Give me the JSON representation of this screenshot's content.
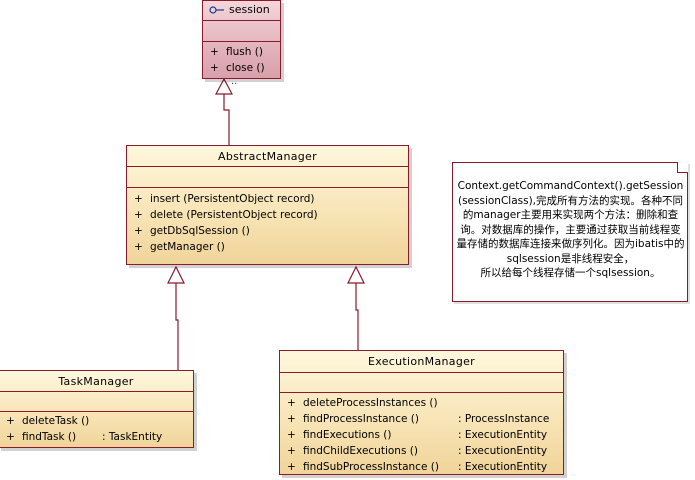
{
  "diagram": {
    "session": {
      "name": "session",
      "ops": [
        {
          "vis": "+",
          "name": "flush ()"
        },
        {
          "vis": "+",
          "name": "close ()"
        }
      ],
      "dots": ".."
    },
    "abstract_manager": {
      "name": "AbstractManager",
      "ops": [
        {
          "vis": "+",
          "name": "insert (PersistentObject record)"
        },
        {
          "vis": "+",
          "name": "delete (PersistentObject record)"
        },
        {
          "vis": "+",
          "name": "getDbSqlSession ()"
        },
        {
          "vis": "+",
          "name": "getManager ()"
        }
      ]
    },
    "task_manager": {
      "name": "TaskManager",
      "ops": [
        {
          "vis": "+",
          "name": "deleteTask ()",
          "type": ""
        },
        {
          "vis": "+",
          "name": "findTask ()",
          "type": ": TaskEntity"
        }
      ]
    },
    "execution_manager": {
      "name": "ExecutionManager",
      "ops": [
        {
          "vis": "+",
          "name": "deleteProcessInstances ()",
          "type": ""
        },
        {
          "vis": "+",
          "name": "findProcessInstance ()",
          "type": ": ProcessInstance"
        },
        {
          "vis": "+",
          "name": "findExecutions ()",
          "type": ": ExecutionEntity"
        },
        {
          "vis": "+",
          "name": "findChildExecutions ()",
          "type": ": ExecutionEntity"
        },
        {
          "vis": "+",
          "name": "findSubProcessInstance ()",
          "type": ": ExecutionEntity"
        }
      ]
    },
    "note": {
      "text": "Context.getCommandContext().getSession(sessionClass),完成所有方法的实现。各种不同的manager主要用来实现两个方法：删除和查询。对数据库的操作，主要通过获取当前线程变量存储的数据库连接来做序列化。因为ibatis中的sqlsession是非线程安全，\n所以给每个线程存储一个sqlsession。"
    },
    "colors": {
      "border": "#8b1a2b",
      "class_fill": "#f7e3b4",
      "interface_fill": "#e3b3bb",
      "connector": "#8b1a2b"
    }
  }
}
